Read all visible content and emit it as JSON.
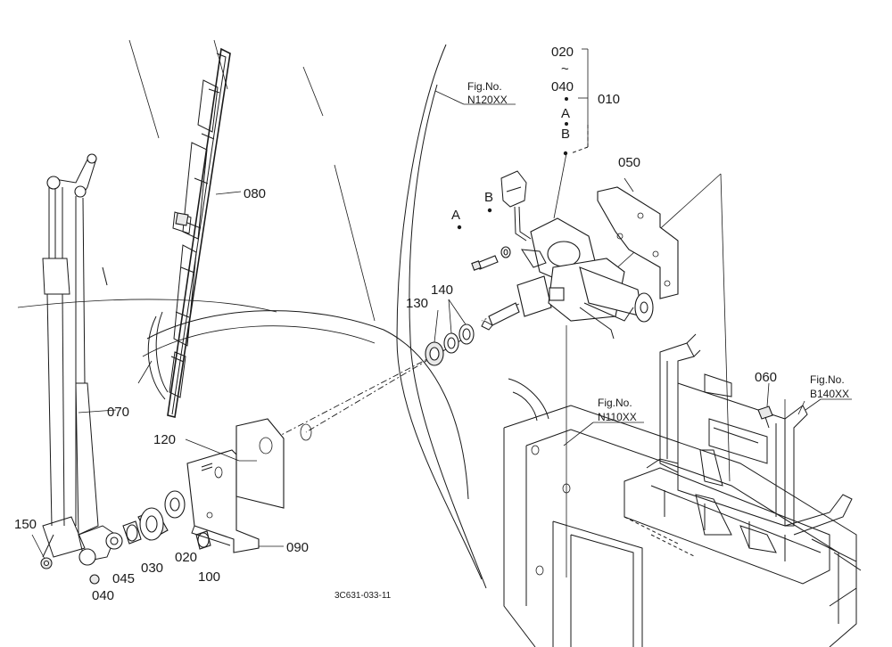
{
  "diagram": {
    "drawing_code": "3C631-033-11",
    "callouts": {
      "p010": "010",
      "p020_range_start": "020",
      "p020_range_sep": "~",
      "p040_range_end": "040",
      "sub_a_dot": "A",
      "sub_b_dot": "B",
      "p050": "050",
      "p060": "060",
      "p070": "070",
      "p080": "080",
      "p090": "090",
      "p100": "100",
      "p120": "120",
      "p130": "130",
      "p140": "140",
      "p150": "150",
      "p040": "040",
      "p045": "045",
      "p030": "030",
      "p020": "020",
      "ref_a": "A",
      "ref_b": "B"
    },
    "fig_refs": [
      {
        "caption": "Fig.No.",
        "code": "N120XX"
      },
      {
        "caption": "Fig.No.",
        "code": "N110XX"
      },
      {
        "caption": "Fig.No.",
        "code": "B140XX"
      }
    ]
  }
}
